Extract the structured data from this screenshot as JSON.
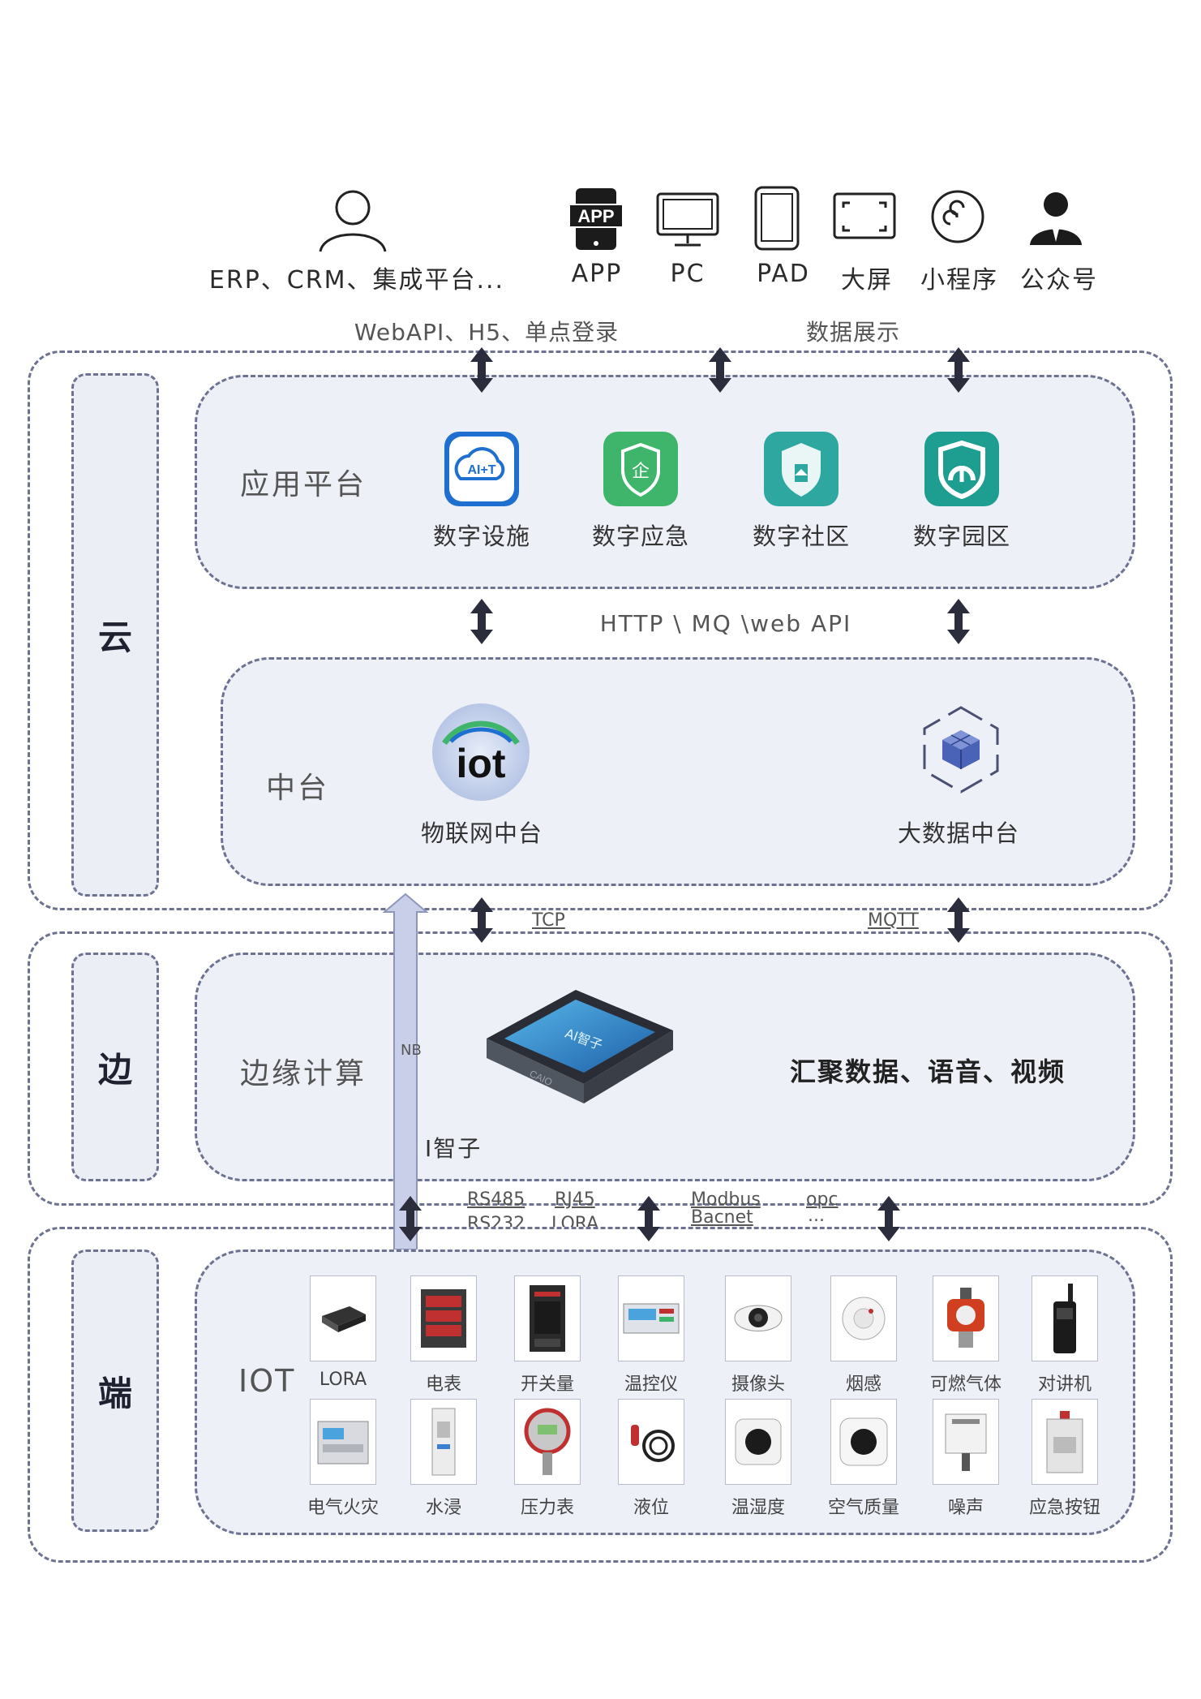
{
  "top": {
    "erp_label": "ERP、CRM、集成平台...",
    "clients": [
      {
        "label": "APP",
        "icon": "app-phone-icon",
        "badge": "APP"
      },
      {
        "label": "PC",
        "icon": "monitor-icon"
      },
      {
        "label": "PAD",
        "icon": "tablet-icon"
      },
      {
        "label": "大屏",
        "icon": "big-screen-icon"
      },
      {
        "label": "小程序",
        "icon": "mini-program-icon"
      },
      {
        "label": "公众号",
        "icon": "official-account-icon"
      }
    ],
    "protocol_left": "WebAPI、H5、单点登录",
    "protocol_right": "数据展示"
  },
  "cloud": {
    "tag": "云",
    "app_platform": {
      "title": "应用平台",
      "apps": [
        {
          "label": "数字设施",
          "icon": "aiot-icon",
          "badge": "AI+T"
        },
        {
          "label": "数字应急",
          "icon": "enterprise-shield-icon",
          "badge": "企"
        },
        {
          "label": "数字社区",
          "icon": "community-shield-icon"
        },
        {
          "label": "数字园区",
          "icon": "park-shield-icon"
        }
      ]
    },
    "middle_protocol": "HTTP \\ MQ \\web API",
    "middle_platform": {
      "title": "中台",
      "iot_label": "物联网中台",
      "iot_badge": "iot",
      "bigdata_label": "大数据中台"
    }
  },
  "edge_links": {
    "left": "TCP",
    "right": "MQTT",
    "nb": "NB"
  },
  "edge": {
    "tag": "边",
    "title": "边缘计算",
    "device_name": "I智子",
    "device_screen_text": "AI智子",
    "device_brand": "CAIO",
    "summary": "汇聚数据、语音、视频"
  },
  "field_links": {
    "col1_top": "RS485",
    "col1_bottom": "RS232",
    "col2_top": "RJ45",
    "col2_bottom": "LORA",
    "col2_ellipsis": "...",
    "col3_top": "Modbus",
    "col3_bottom": "Bacnet",
    "col4_top": "opc",
    "col4_bottom": "..."
  },
  "terminal": {
    "tag": "端",
    "title": "IOT",
    "devices_row1": [
      "LORA",
      "电表",
      "开关量",
      "温控仪",
      "摄像头",
      "烟感",
      "可燃气体",
      "对讲机"
    ],
    "devices_row2": [
      "电气火灾",
      "水浸",
      "压力表",
      "液位",
      "温湿度",
      "空气质量",
      "噪声",
      "应急按钮"
    ]
  },
  "colors": {
    "border": "#6d7290",
    "panel_bg": "#eef0f8",
    "arrow": "#2b2d3d",
    "nb_arrow": "#c9cfe8",
    "aiot_blue": "#1e6fd0",
    "green": "#3fb56b",
    "teal": "#2fa7a1",
    "deep_teal": "#1e9e90"
  }
}
